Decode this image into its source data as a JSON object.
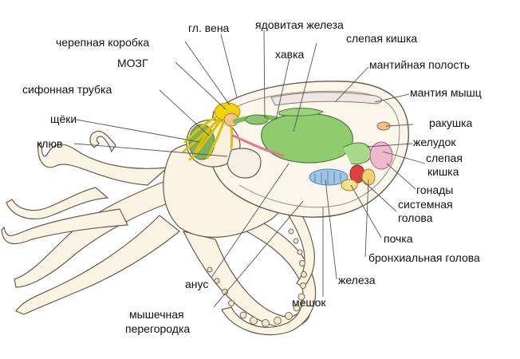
{
  "diagram": {
    "labels": {
      "cranial_box": "черепная коробка",
      "head_vein": "гл. вена",
      "poison_gland": "ядовитая железа",
      "blind_gut_top": "слепая кишка",
      "brain": "МОЗГ",
      "crop": "хавка",
      "mantle_cavity": "мантийная полость",
      "siphon_tube": "сифонная трубка",
      "mantle_muscle": "мантия мышц",
      "cheeks": "щёки",
      "shell": "ракушка",
      "beak": "клюв",
      "stomach": "желудок",
      "blind_gut_right_1": "слепая",
      "blind_gut_right_2": "кишка",
      "gonads": "гонады",
      "systemic_heart_1": "системная",
      "systemic_heart_2": "голова",
      "kidney": "почка",
      "branchial_heart": "бронхиальная голова",
      "anus": "анус",
      "gland": "железа",
      "muscular_septum_1": "мышечная",
      "muscular_septum_2": "перегородка",
      "sac": "мешок"
    }
  }
}
